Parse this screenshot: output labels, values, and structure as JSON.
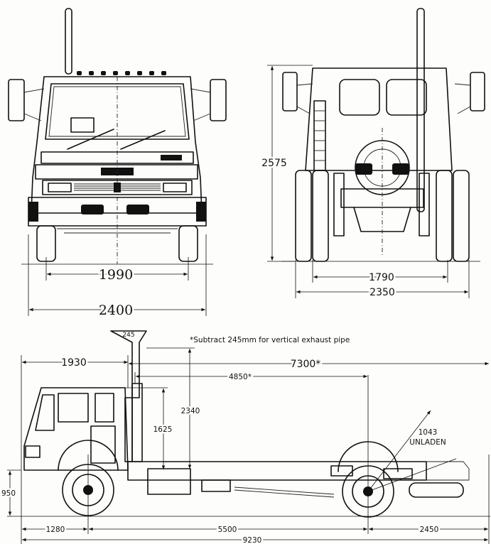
{
  "note": "*Subtract 245mm for vertical exhaust pipe",
  "front_view": {
    "track": "1990",
    "overall_width": "2400"
  },
  "rear_view": {
    "overall_height": "2575",
    "rear_track": "1790",
    "rear_width": "2350"
  },
  "side_view": {
    "cab_to_exhaust": "1930",
    "exhaust_offset": "245",
    "cab_to_axle_end": "7300*",
    "exhaust_to_rear_axle": "4850*",
    "stack_height": "2340",
    "cab_height": "1625",
    "frame_height_label": "1043",
    "frame_height_state": "UNLADEN",
    "ground_to_frame": "950",
    "front_overhang": "1280",
    "wheelbase": "5500",
    "rear_overhang": "2450",
    "overall_length": "9230"
  }
}
